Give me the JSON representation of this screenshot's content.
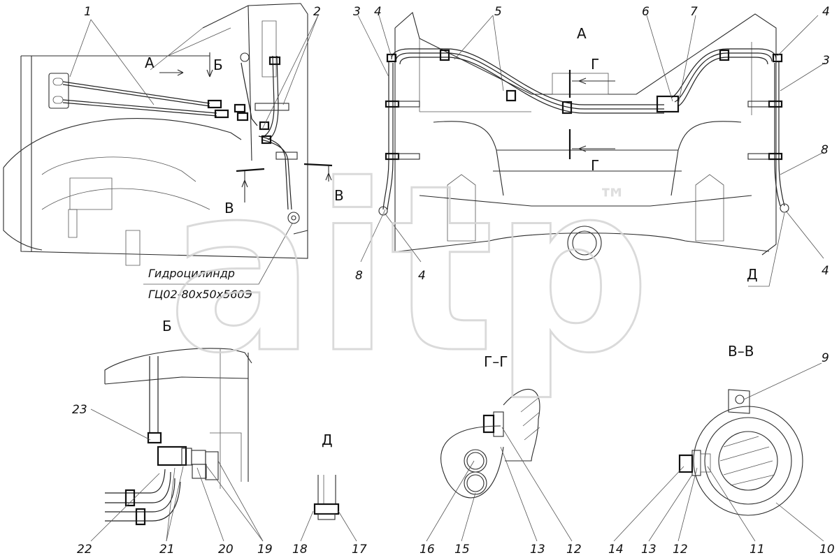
{
  "part_numbers": [
    "1",
    "2",
    "3",
    "4",
    "5",
    "6",
    "7",
    "3",
    "4",
    "8",
    "8",
    "4",
    "4",
    "9",
    "10",
    "11",
    "12",
    "13",
    "14",
    "12",
    "13",
    "15",
    "16",
    "17",
    "18",
    "19",
    "20",
    "21",
    "22",
    "23"
  ],
  "sections": {
    "view_A": "А",
    "arrow_A": "А",
    "arrow_B": "Б",
    "cut_V1": "В",
    "cut_V2": "В",
    "cut_G1": "Г",
    "cut_G2": "Г",
    "view_D_leader": "Д",
    "view_B": "Б",
    "view_GG": "Г–Г",
    "view_VV": "В–В",
    "view_D": "Д"
  },
  "cylinder_note": {
    "line1": "Гидроцилиндр",
    "line2": "ГЦ02-80х50х560Э"
  },
  "watermark": {
    "text": "aitp",
    "tm": "™"
  }
}
